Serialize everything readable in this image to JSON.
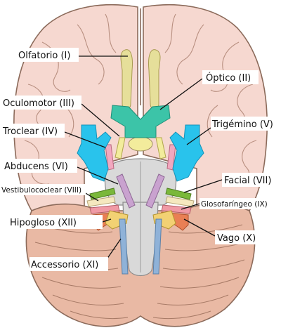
{
  "colors": {
    "brain": "#f6d8d0",
    "brain_outline": "#8b6a5a",
    "cerebellum": "#e9b9a4",
    "brainstem": "#d9d9d9",
    "olfactory": "#e6df9a",
    "optic": "#3cc4a8",
    "oculomotor": "#f3ec9c",
    "trochlear": "#f2a8bf",
    "trigeminal": "#29c3ec",
    "abducens": "#c9a2cf",
    "facial": "#7ab83a",
    "vestibulocochlear": "#f5e8bf",
    "glossopharyngeal": "#f09aa5",
    "vagus": "#e97f54",
    "hypoglossal": "#f2d173",
    "accessory": "#8fb2d8"
  },
  "labels": {
    "olfactory": "Olfatorio (I)",
    "optic": "Óptico (II)",
    "oculomotor": "Oculomotor (III)",
    "trochlear": "Troclear (IV)",
    "trigeminal": "Trigémino (V)",
    "abducens": "Abducens (VI)",
    "facial": "Facial (VII)",
    "vestibulocochlear": "Vestibulococlear (VIII)",
    "glossopharyngeal": "Glosofaríngeo (IX)",
    "vagus": "Vago (X)",
    "accessory": "Accessorio (XI)",
    "hypoglossal": "Hipogloso (XII)"
  }
}
